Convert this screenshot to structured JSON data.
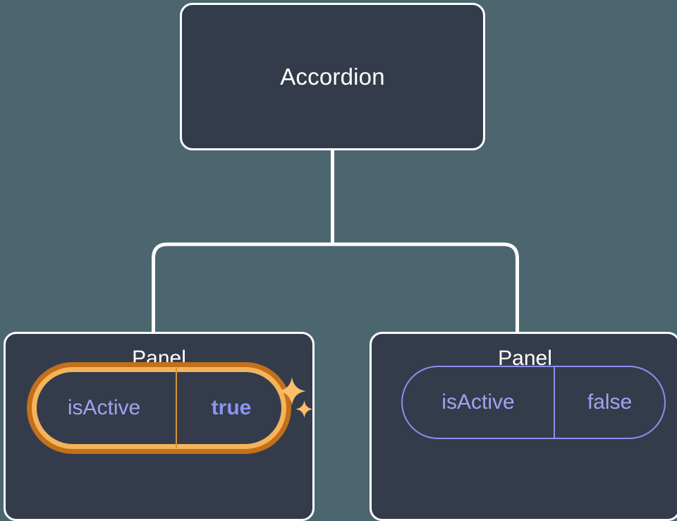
{
  "theme": {
    "canvas_bg": "#4c6670",
    "node_bg": "#343c4b",
    "node_border": "#ffffff",
    "edge_color": "#ffffff",
    "prop_purple": "#8b8ff0",
    "prop_purple_text": "#9da5f0",
    "value_true_text": "#8b93f5",
    "highlight_outer": "#c2701a",
    "highlight_inner": "#f5b45c",
    "sparkle_color": "#fbbf6a"
  },
  "tree": {
    "root": {
      "label": "Accordion"
    },
    "children": [
      {
        "label": "Panel",
        "highlighted": true,
        "prop": {
          "key": "isActive",
          "value": "true"
        }
      },
      {
        "label": "Panel",
        "highlighted": false,
        "prop": {
          "key": "isActive",
          "value": "false"
        }
      }
    ]
  },
  "icons": {
    "sparkle_large": "sparkle-icon",
    "sparkle_small": "sparkle-icon"
  }
}
